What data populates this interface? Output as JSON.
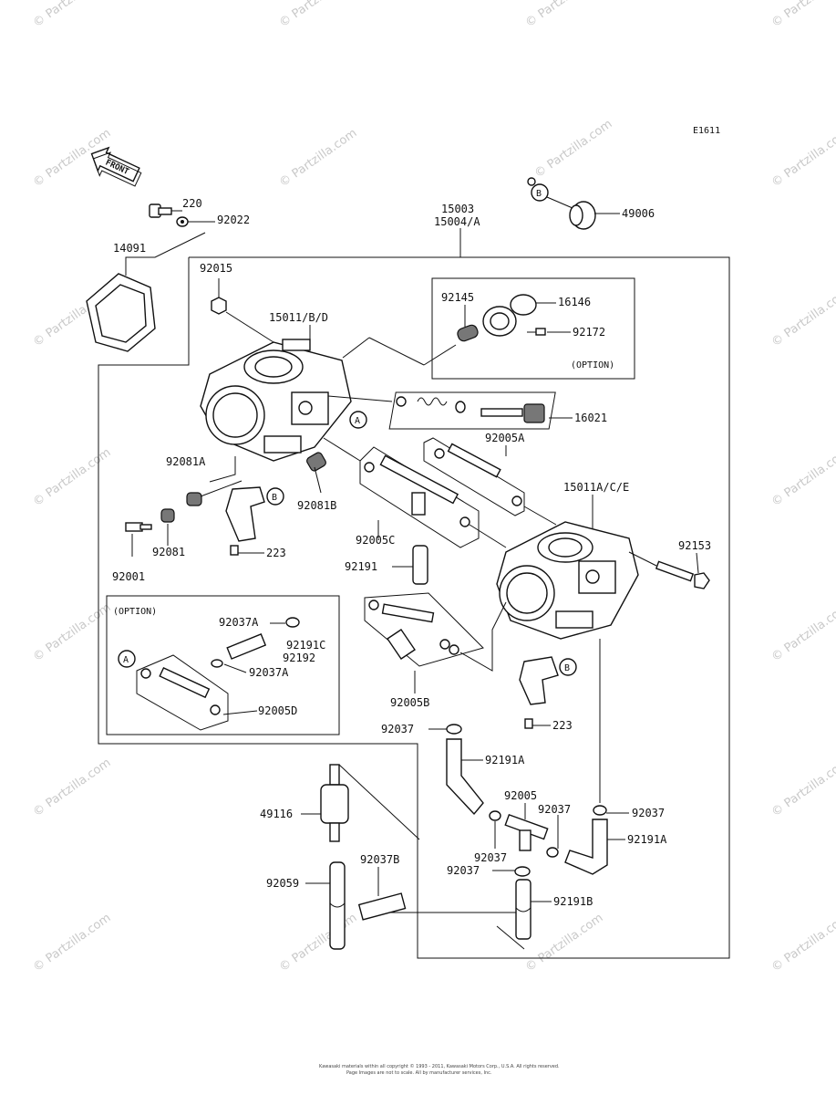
{
  "diagram_code": "E1611",
  "watermark": "© Partzilla.com",
  "front_label": "FRONT",
  "callouts": {
    "A": "A",
    "B": "B"
  },
  "option_label": "(OPTION)",
  "parts": {
    "p220": "220",
    "p92022": "92022",
    "p14091": "14091",
    "p15003": "15003",
    "p15004A": "15004/A",
    "p92015": "92015",
    "p15011BD": "15011/B/D",
    "p92145": "92145",
    "p16146": "16146",
    "p92172": "92172",
    "p16021": "16021",
    "p49006": "49006",
    "p92005A": "92005A",
    "p15011ACE": "15011A/C/E",
    "p92081A": "92081A",
    "p92081B": "92081B",
    "p92005C": "92005C",
    "p92081": "92081",
    "p92001": "92001",
    "p223a": "223",
    "p92191": "92191",
    "p92153": "92153",
    "p92037A_1": "92037A",
    "p92191C": "92191C",
    "p92192": "92192",
    "p92037A_2": "92037A",
    "p92005D": "92005D",
    "p92005B": "92005B",
    "p223b": "223",
    "p92037_1": "92037",
    "p92191A_1": "92191A",
    "p49116": "49116",
    "p92005": "92005",
    "p92037_2": "92037",
    "p92037_3": "92037",
    "p92037_4": "92037",
    "p92037_5": "92037",
    "p92191A_2": "92191A",
    "p92037B": "92037B",
    "p92059": "92059",
    "p92191B": "92191B"
  },
  "footer": {
    "line1": "Kawasaki materials within all copyright © 1993 - 2011, Kawasaki Motors Corp., U.S.A. All rights reserved.",
    "line2": "Page Images are not to scale. All by manufacturer services, Inc."
  }
}
